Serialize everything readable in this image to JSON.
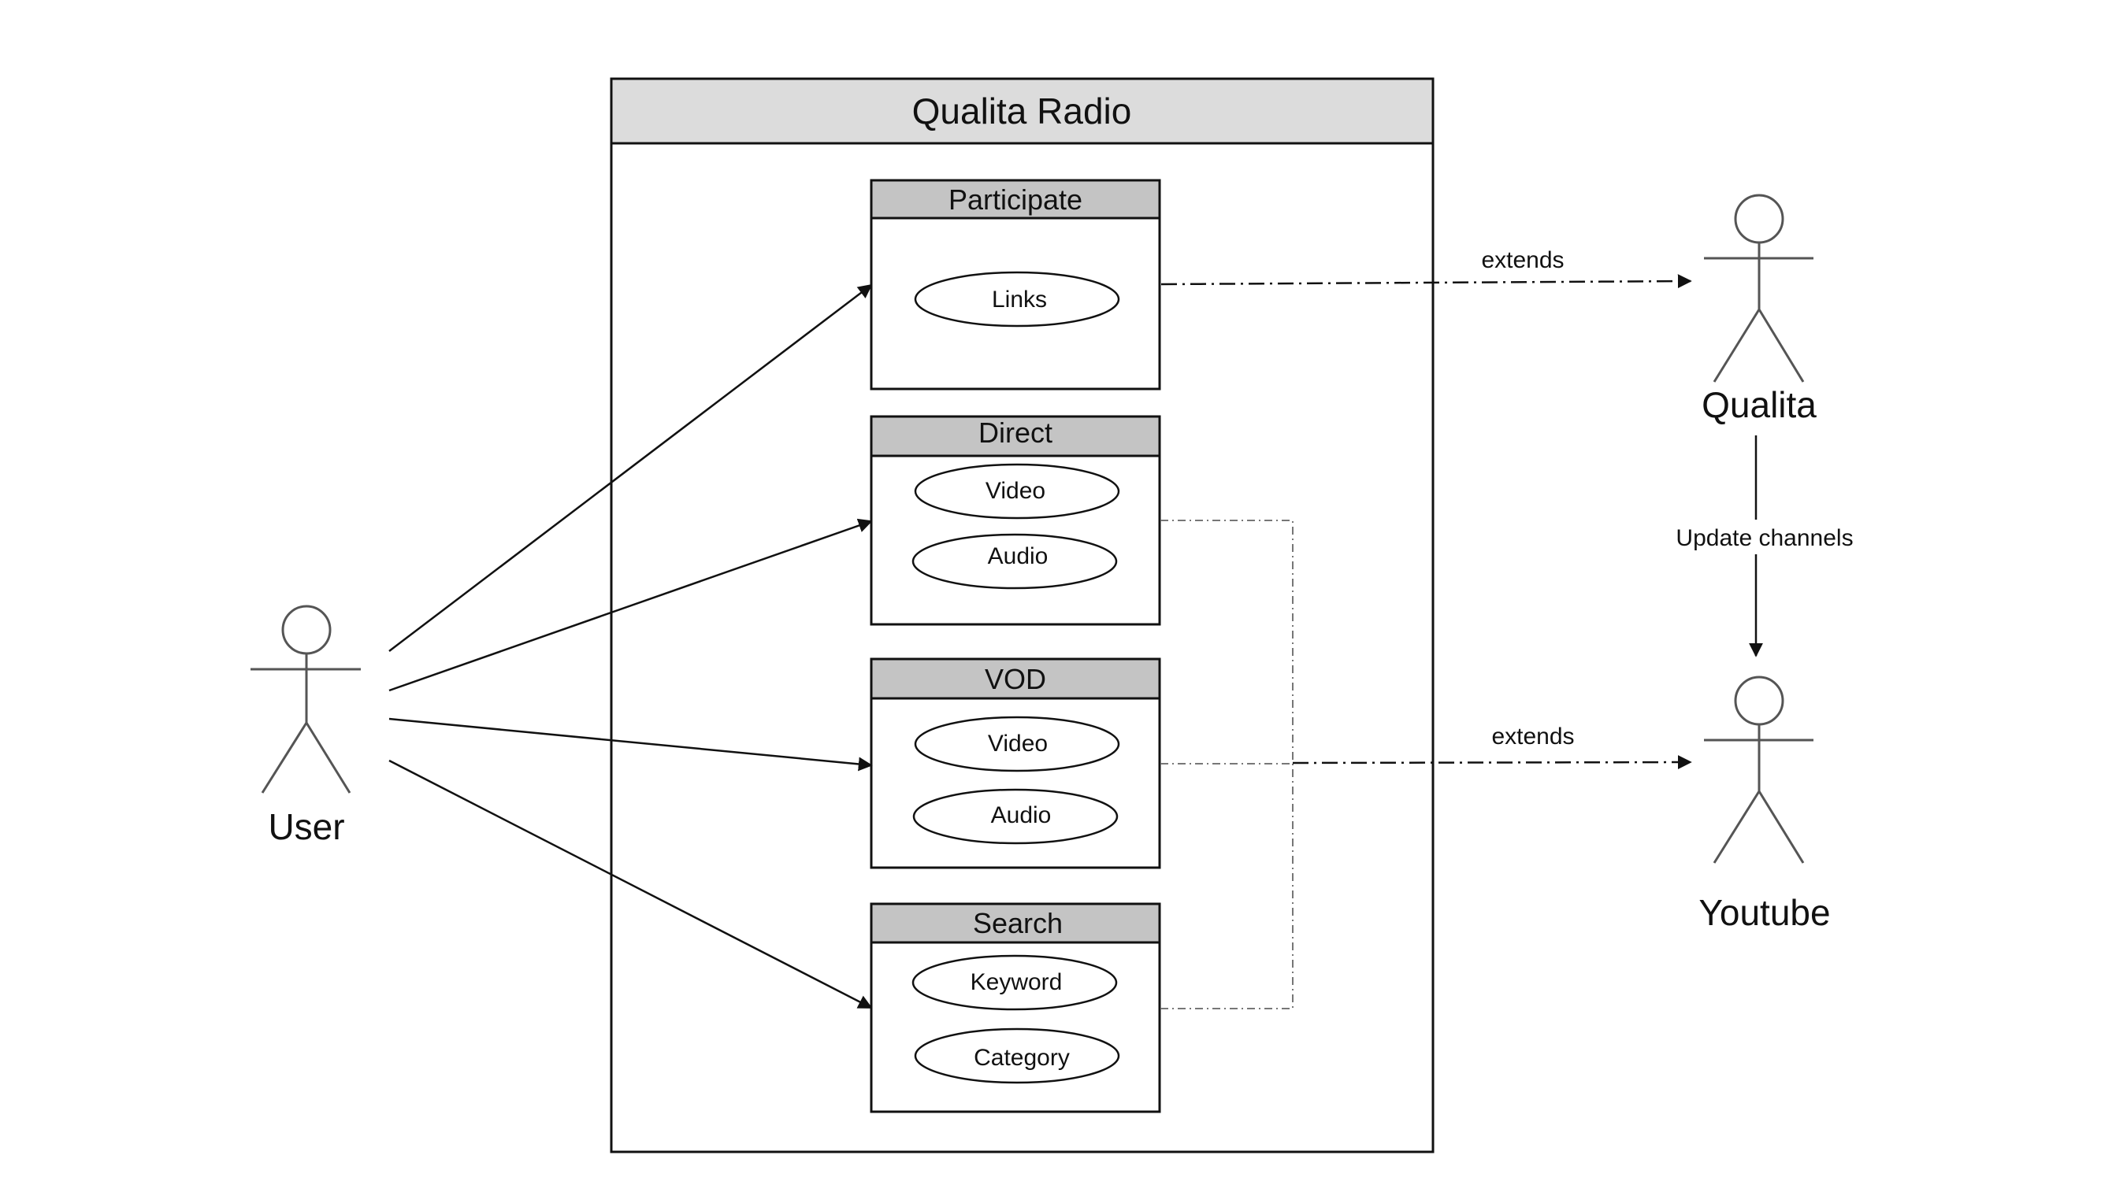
{
  "diagram": {
    "system": {
      "title": "Qualita Radio"
    },
    "packages": [
      {
        "id": "participate",
        "title": "Participate",
        "use_cases": [
          "Links"
        ]
      },
      {
        "id": "direct",
        "title": "Direct",
        "use_cases": [
          "Video",
          "Audio"
        ]
      },
      {
        "id": "vod",
        "title": "VOD",
        "use_cases": [
          "Video",
          "Audio"
        ]
      },
      {
        "id": "search",
        "title": "Search",
        "use_cases": [
          "Keyword",
          "Category"
        ]
      }
    ],
    "actors": [
      {
        "id": "user",
        "label": "User"
      },
      {
        "id": "qualita",
        "label": "Qualita"
      },
      {
        "id": "youtube",
        "label": "Youtube"
      }
    ],
    "edges": [
      {
        "from": "user",
        "to": "participate",
        "style": "solid-arrow",
        "label": ""
      },
      {
        "from": "user",
        "to": "direct",
        "style": "solid-arrow",
        "label": ""
      },
      {
        "from": "user",
        "to": "vod",
        "style": "solid-arrow",
        "label": ""
      },
      {
        "from": "user",
        "to": "search",
        "style": "solid-arrow",
        "label": ""
      },
      {
        "from": "participate",
        "to": "qualita",
        "style": "dash-dot-arrow",
        "label": "extends"
      },
      {
        "from": "vod",
        "to": "youtube",
        "style": "dash-dot-arrow",
        "label": "extends"
      },
      {
        "from": "direct",
        "to": "youtube",
        "style": "dash-dot-connector",
        "label": ""
      },
      {
        "from": "search",
        "to": "youtube",
        "style": "dash-dot-connector",
        "label": ""
      },
      {
        "from": "qualita",
        "to": "youtube",
        "style": "solid-arrow",
        "label": "Update channels"
      }
    ]
  },
  "colors": {
    "line": "#111111",
    "header_fill": "#c4c4c4",
    "system_header_fill": "#dcdcdc",
    "actor_stroke": "#555555",
    "connector": "#777777"
  }
}
